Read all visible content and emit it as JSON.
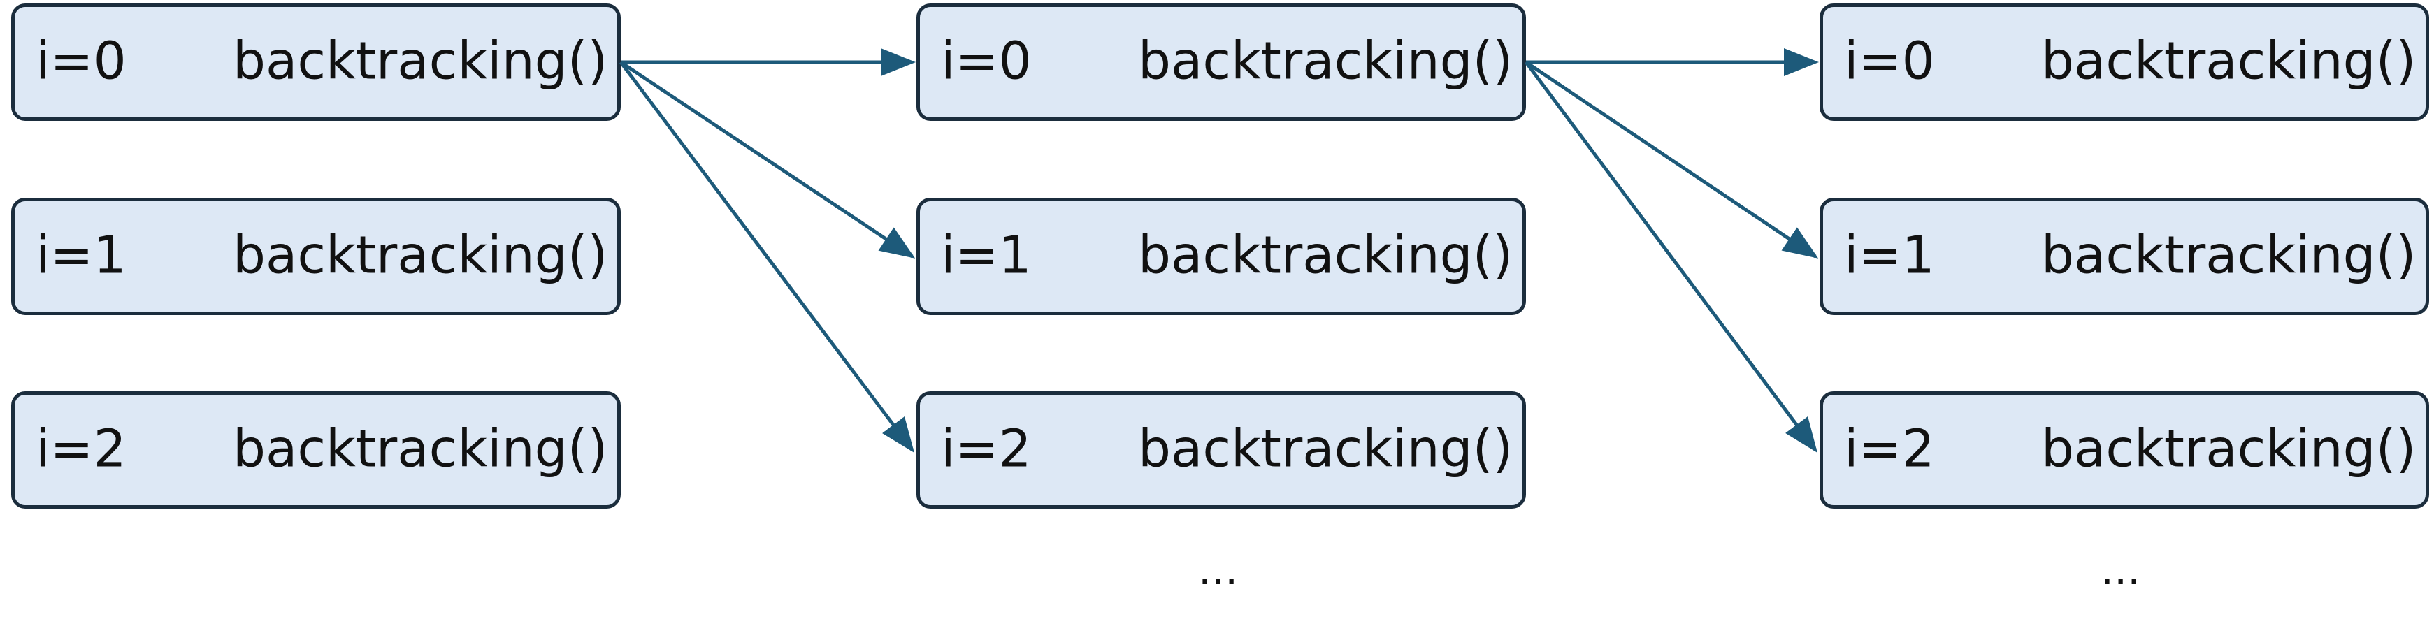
{
  "columns": [
    {
      "boxes": [
        {
          "index_label": "i=0",
          "call_label": "backtracking()"
        },
        {
          "index_label": "i=1",
          "call_label": "backtracking()"
        },
        {
          "index_label": "i=2",
          "call_label": "backtracking()"
        }
      ],
      "ellipsis": ""
    },
    {
      "boxes": [
        {
          "index_label": "i=0",
          "call_label": "backtracking()"
        },
        {
          "index_label": "i=1",
          "call_label": "backtracking()"
        },
        {
          "index_label": "i=2",
          "call_label": "backtracking()"
        }
      ],
      "ellipsis": "..."
    },
    {
      "boxes": [
        {
          "index_label": "i=0",
          "call_label": "backtracking()"
        },
        {
          "index_label": "i=1",
          "call_label": "backtracking()"
        },
        {
          "index_label": "i=2",
          "call_label": "backtracking()"
        }
      ],
      "ellipsis": "..."
    }
  ],
  "edges": [
    {
      "from": "0.0",
      "to": "1.0"
    },
    {
      "from": "0.0",
      "to": "1.1"
    },
    {
      "from": "0.0",
      "to": "1.2"
    },
    {
      "from": "1.0",
      "to": "2.0"
    },
    {
      "from": "1.0",
      "to": "2.1"
    },
    {
      "from": "1.0",
      "to": "2.2"
    }
  ],
  "colors": {
    "box_fill": "#dde8f5",
    "box_border": "#1b2d3d",
    "arrow": "#1d5a7a",
    "text": "#111111"
  }
}
